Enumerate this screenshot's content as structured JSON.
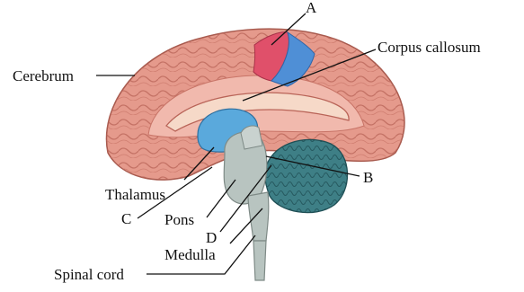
{
  "labels": {
    "a": "A",
    "corpus_callosum": "Corpus callosum",
    "cerebrum": "Cerebrum",
    "b": "B",
    "thalamus": "Thalamus",
    "c": "C",
    "pons": "Pons",
    "d": "D",
    "medulla": "Medulla",
    "spinal_cord": "Spinal cord"
  },
  "colors": {
    "cortex": "#e59a8c",
    "cortex_dark": "#b96458",
    "inner_area": "#f1b9ad",
    "callosum": "#f6d9c8",
    "highlight_red": "#e0506a",
    "highlight_blue": "#4f8fd6",
    "thalamus_blue": "#5aa9dc",
    "cerebellum": "#3e7f86",
    "brainstem": "#b8c4c0"
  }
}
